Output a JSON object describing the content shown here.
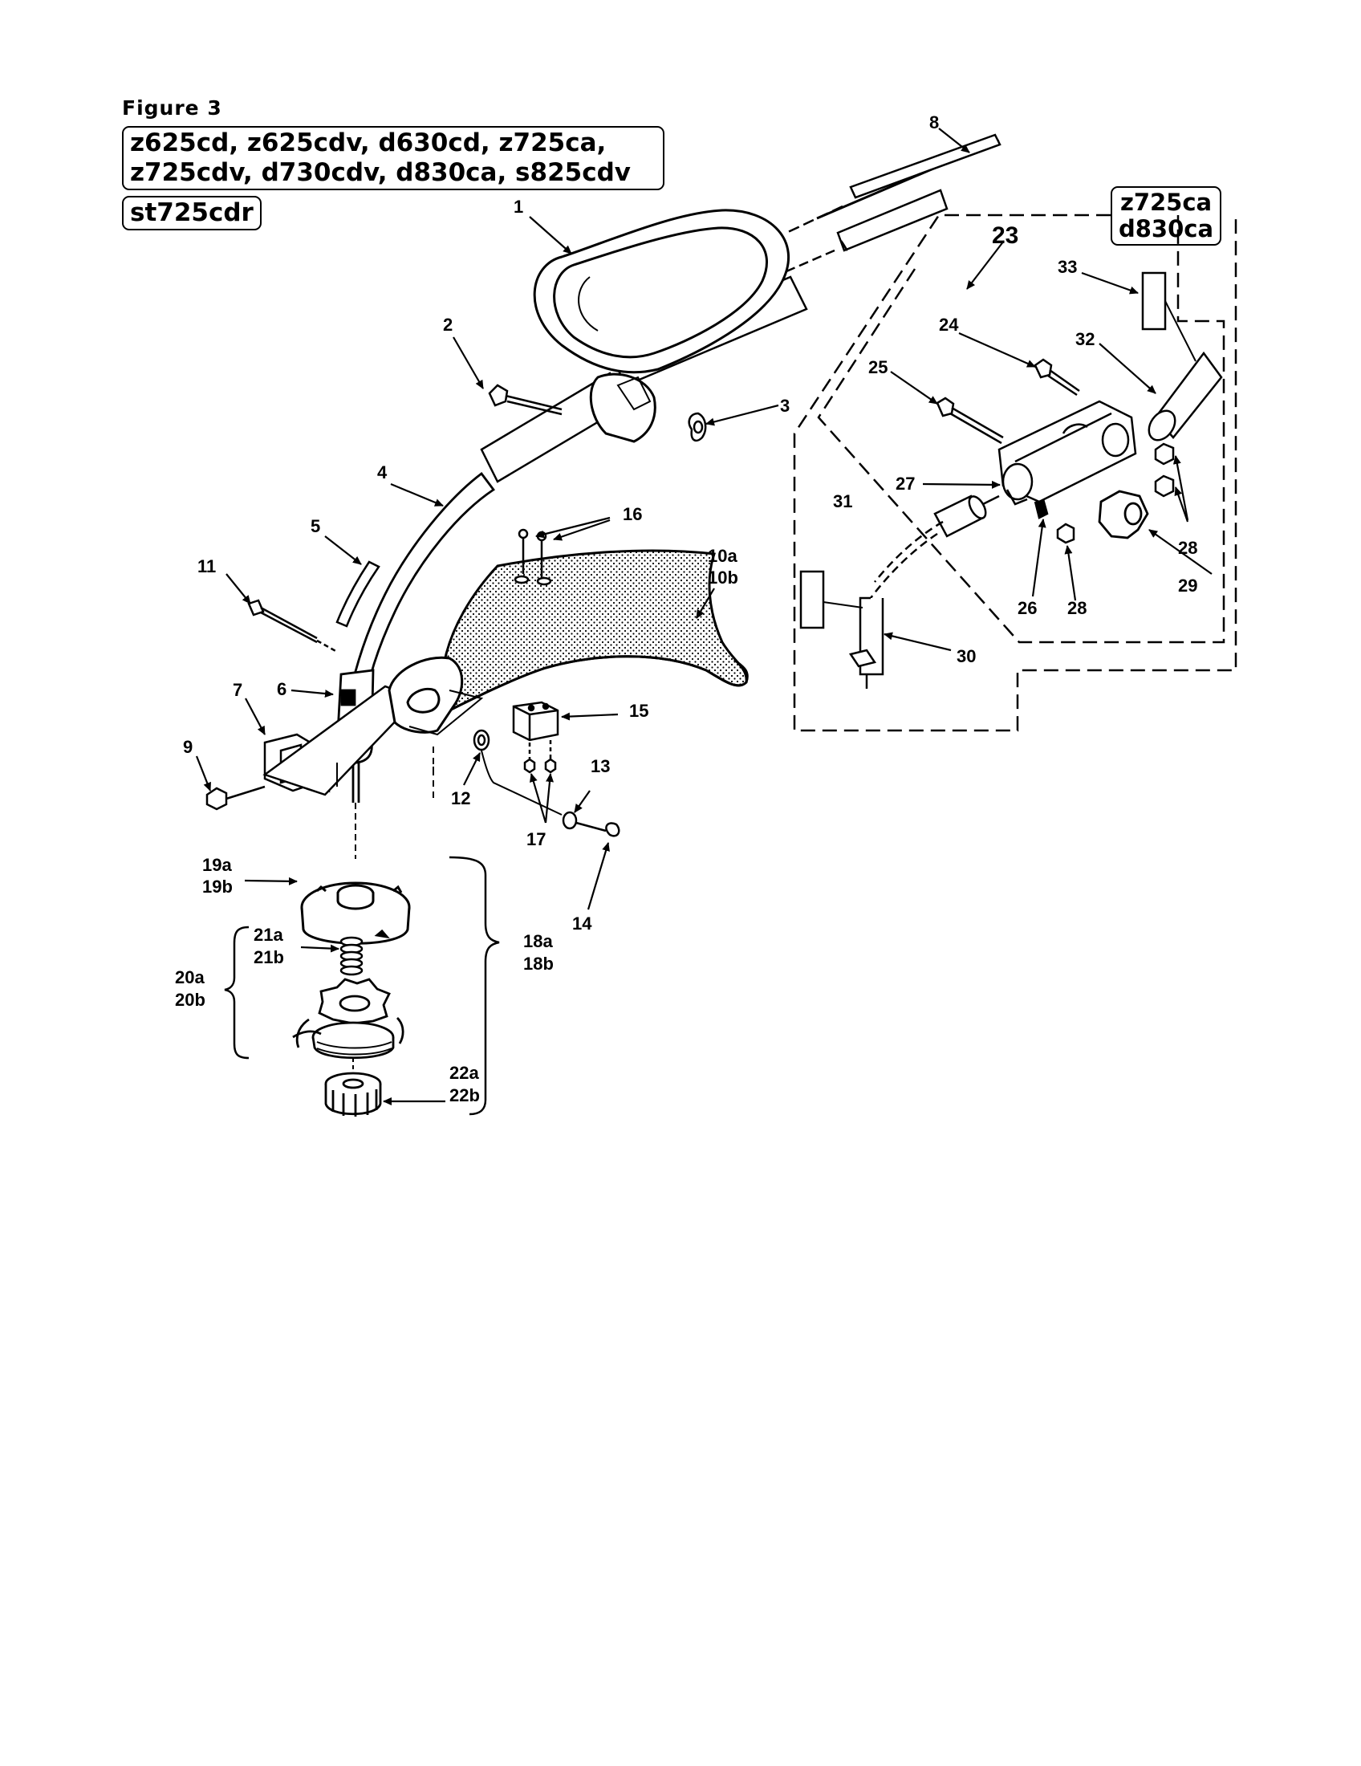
{
  "figure_title": "Figure 3",
  "model_groups": {
    "main_line1": "z625cd, z625cdv, d630cd, z725ca,",
    "main_line2": "z725cdv, d730cdv, d830ca, s825cdv",
    "secondary": "st725cdr",
    "inset_line1": "z725ca",
    "inset_line2": "d830ca"
  },
  "inset_assembly_label": "23",
  "callouts": {
    "c1": "1",
    "c2": "2",
    "c3": "3",
    "c4": "4",
    "c5": "5",
    "c6": "6",
    "c7": "7",
    "c8": "8",
    "c9": "9",
    "c10": "10a",
    "c10b": "10b",
    "c11": "11",
    "c12": "12",
    "c13": "13",
    "c14": "14",
    "c15": "15",
    "c16": "16",
    "c17": "17",
    "c18": "18a",
    "c18b": "18b",
    "c19": "19a",
    "c19b": "19b",
    "c20": "20a",
    "c20b": "20b",
    "c21": "21a",
    "c21b": "21b",
    "c22": "22a",
    "c22b": "22b",
    "c24": "24",
    "c25": "25",
    "c26": "26",
    "c27": "27",
    "c28a": "28",
    "c28b": "28",
    "c29": "29",
    "c30": "30",
    "c31": "31",
    "c32": "32",
    "c33": "33"
  }
}
